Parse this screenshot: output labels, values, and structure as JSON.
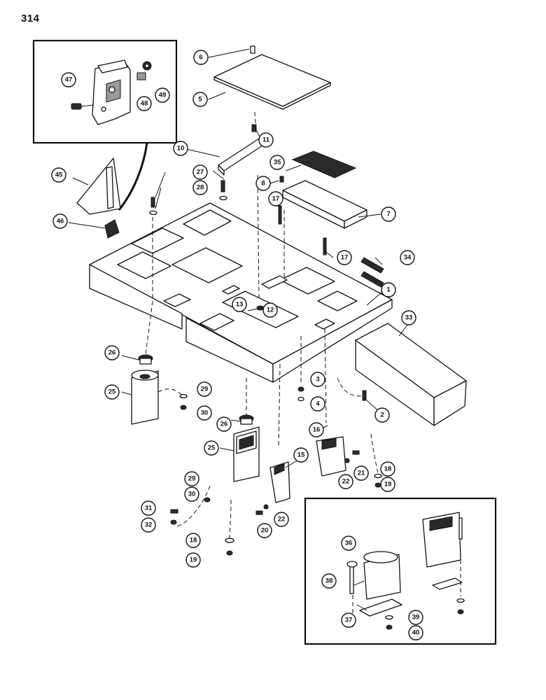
{
  "page": {
    "number": "314"
  },
  "callouts": [
    {
      "id": "c1",
      "label": "1"
    },
    {
      "id": "c2",
      "label": "2"
    },
    {
      "id": "c3",
      "label": "3"
    },
    {
      "id": "c4",
      "label": "4"
    },
    {
      "id": "c5",
      "label": "5"
    },
    {
      "id": "c6",
      "label": "6"
    },
    {
      "id": "c7",
      "label": "7"
    },
    {
      "id": "c8",
      "label": "8"
    },
    {
      "id": "c10",
      "label": "10"
    },
    {
      "id": "c11",
      "label": "11"
    },
    {
      "id": "c12",
      "label": "12"
    },
    {
      "id": "c13",
      "label": "13"
    },
    {
      "id": "c15",
      "label": "15"
    },
    {
      "id": "c16",
      "label": "16"
    },
    {
      "id": "c17a",
      "label": "17"
    },
    {
      "id": "c17b",
      "label": "17"
    },
    {
      "id": "c18a",
      "label": "18"
    },
    {
      "id": "c18b",
      "label": "18"
    },
    {
      "id": "c19a",
      "label": "19"
    },
    {
      "id": "c19b",
      "label": "19"
    },
    {
      "id": "c20",
      "label": "20"
    },
    {
      "id": "c21",
      "label": "21"
    },
    {
      "id": "c22a",
      "label": "22"
    },
    {
      "id": "c22b",
      "label": "22"
    },
    {
      "id": "c25a",
      "label": "25"
    },
    {
      "id": "c25b",
      "label": "25"
    },
    {
      "id": "c26a",
      "label": "26"
    },
    {
      "id": "c26b",
      "label": "26"
    },
    {
      "id": "c27",
      "label": "27"
    },
    {
      "id": "c28",
      "label": "28"
    },
    {
      "id": "c29a",
      "label": "29"
    },
    {
      "id": "c29b",
      "label": "29"
    },
    {
      "id": "c30a",
      "label": "30"
    },
    {
      "id": "c30b",
      "label": "30"
    },
    {
      "id": "c31",
      "label": "31"
    },
    {
      "id": "c32",
      "label": "32"
    },
    {
      "id": "c33",
      "label": "33"
    },
    {
      "id": "c34",
      "label": "34"
    },
    {
      "id": "c35",
      "label": "35"
    },
    {
      "id": "c36",
      "label": "36"
    },
    {
      "id": "c37",
      "label": "37"
    },
    {
      "id": "c38",
      "label": "38"
    },
    {
      "id": "c39",
      "label": "39"
    },
    {
      "id": "c40",
      "label": "40"
    },
    {
      "id": "c45",
      "label": "45"
    },
    {
      "id": "c46",
      "label": "46"
    },
    {
      "id": "c47",
      "label": "47"
    },
    {
      "id": "c48",
      "label": "48"
    },
    {
      "id": "c49",
      "label": "49"
    }
  ]
}
